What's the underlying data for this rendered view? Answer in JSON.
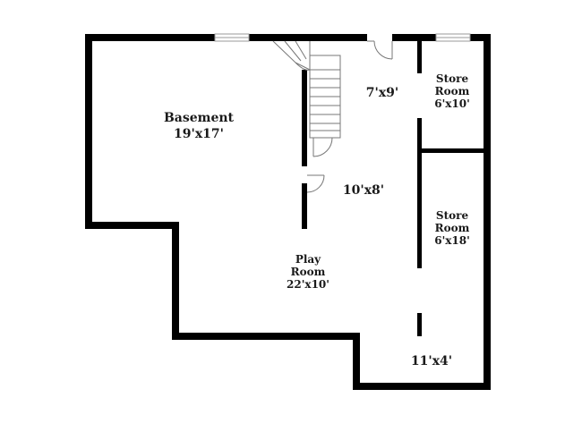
{
  "rooms": {
    "basement": {
      "name": "Basement",
      "dims": "19'x17'"
    },
    "landing": {
      "dims": "7'x9'"
    },
    "hall": {
      "dims": "10'x8'"
    },
    "store_room_small": {
      "name_line1": "Store",
      "name_line2": "Room",
      "dims": "6'x10'"
    },
    "store_room_large": {
      "name_line1": "Store",
      "name_line2": "Room",
      "dims": "6'x18'"
    },
    "play_room": {
      "name_line1": "Play",
      "name_line2": "Room",
      "dims": "22'x10'"
    },
    "alcove": {
      "dims": "11'x4'"
    }
  },
  "colors": {
    "wall": "#000000",
    "window": "#9a9a9a",
    "fixture": "#777777",
    "text": "#1a1a1a"
  }
}
